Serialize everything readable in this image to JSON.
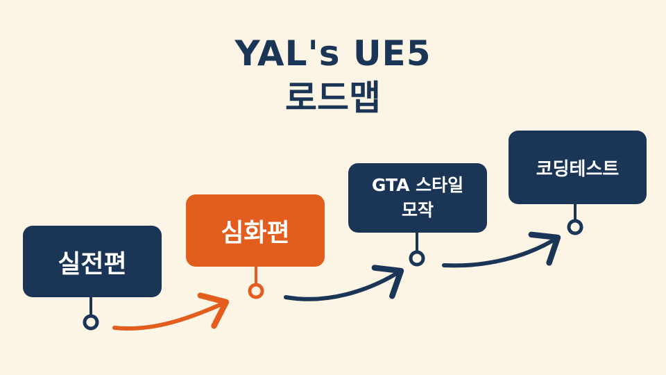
{
  "title": {
    "line1": "YAL's UE5",
    "line2": "로드맵"
  },
  "steps": [
    {
      "label": "실전편",
      "color": "#1b3556"
    },
    {
      "label": "심화편",
      "color": "#e35e1e"
    },
    {
      "label": "GTA 스타일\n모작",
      "color": "#1b3556"
    },
    {
      "label": "코딩테스트",
      "color": "#1b3556"
    }
  ],
  "colors": {
    "background": "#fcf5e6",
    "navy": "#1b3556",
    "orange": "#e35e1e",
    "text_on_box": "#ffffff"
  }
}
